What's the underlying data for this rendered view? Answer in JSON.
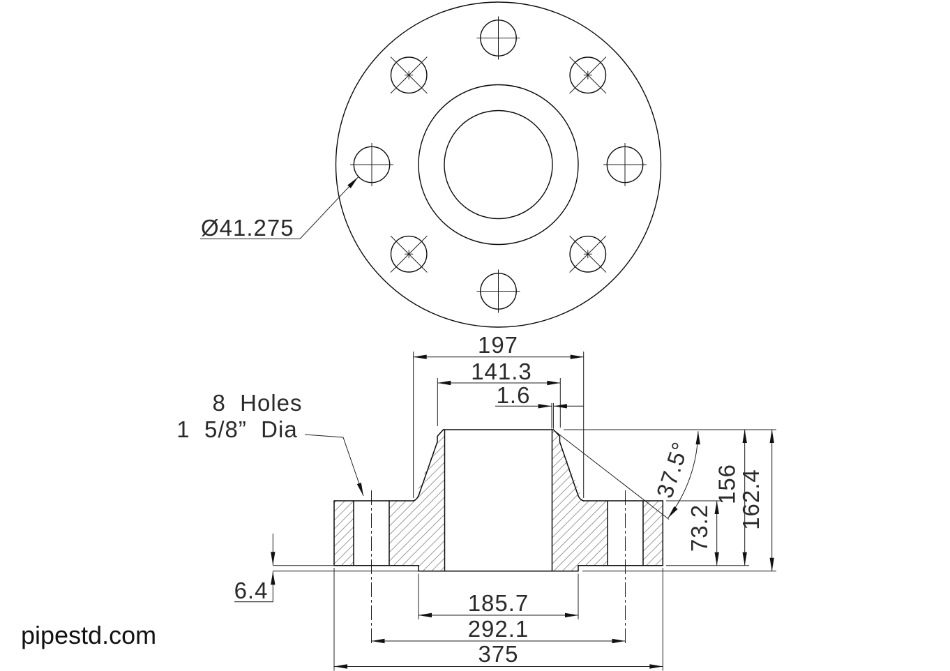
{
  "watermark": "pipestd.com",
  "notes": {
    "holes_line1": "8  Holes",
    "holes_line2": "1  5/8”  Dia",
    "hole_diameter": "Ø41.275"
  },
  "dimensions": {
    "hub_diameter": "197",
    "weld_end_od": "141.3",
    "root_face": "1.6",
    "bevel_angle": "37.5°",
    "flange_thickness": "73.2",
    "hub_length": "156",
    "overall_length": "162.4",
    "raised_face_height": "6.4",
    "raised_face_diameter": "185.7",
    "bolt_circle_diameter": "292.1",
    "outside_diameter": "375"
  }
}
